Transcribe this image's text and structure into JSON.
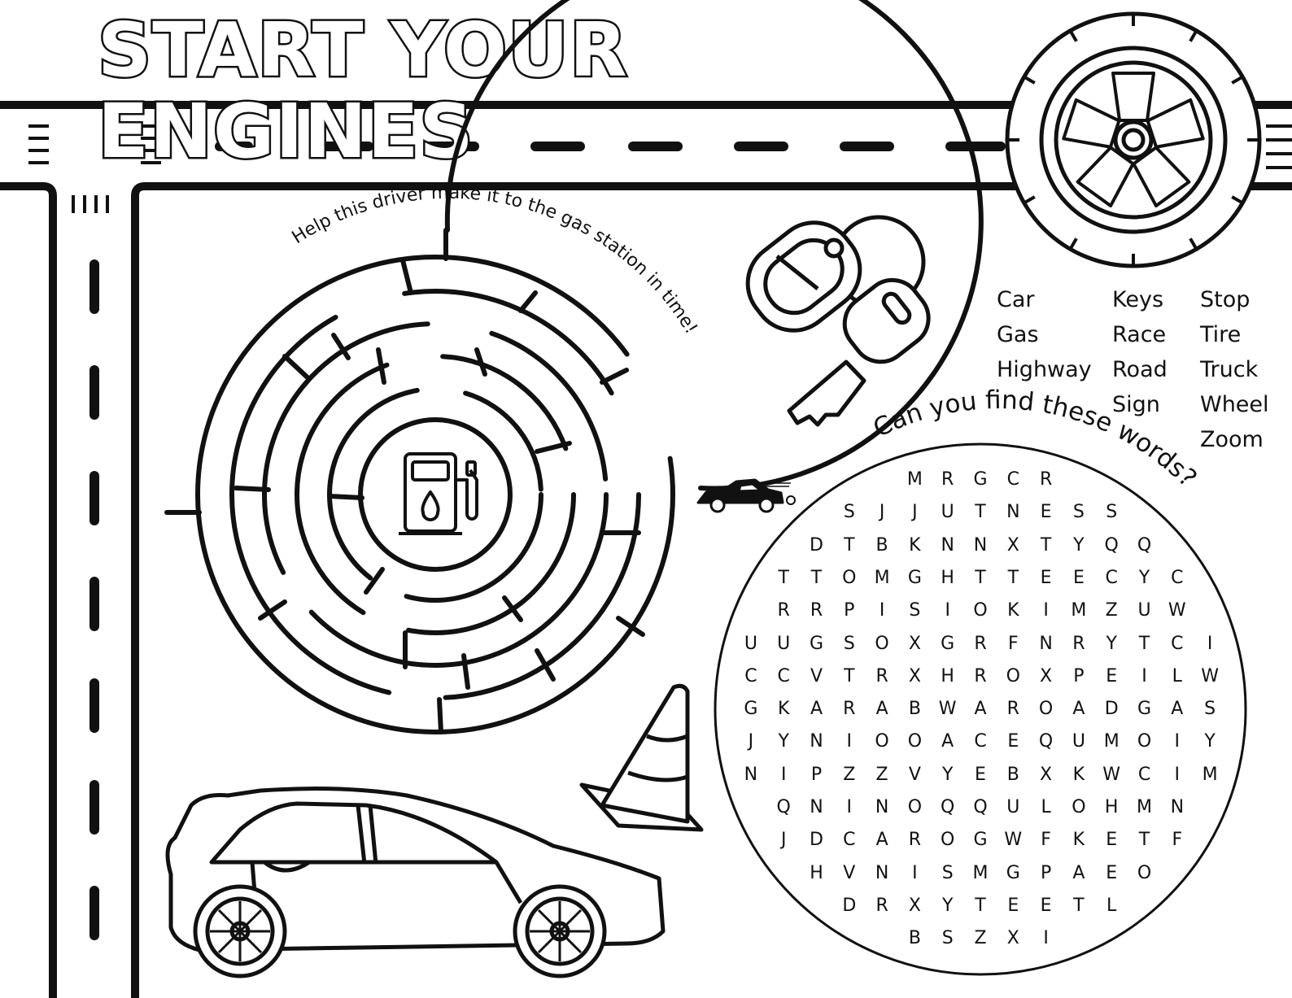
{
  "title": "START YOUR ENGINES",
  "maze": {
    "instruction": "Help this driver make it to the gas station in time!"
  },
  "word_search": {
    "prompt": "Can you find these words?",
    "word_columns": [
      [
        "Car",
        "Gas",
        "Highway"
      ],
      [
        "Keys",
        "Race",
        "Road",
        "Sign"
      ],
      [
        "Stop",
        "Tire",
        "Truck",
        "Wheel",
        "Zoom"
      ]
    ],
    "grid": [
      "MRGCR",
      "SJJUTNESS",
      "DTBKNNXTYQQ",
      "TTOMGHTTEECYC",
      "RRPISIOKIMZUW",
      "UUGSOXGRFNRYTCI",
      "CCVTRXHROXPEILW",
      "GKARABWAROADGAS",
      "JYNIOOACEQUMOIY",
      "NIPZZVYEBXKWCIM",
      "QNINOQQULOHMN",
      "JDCAROGWFKETF",
      "HVNISMGPAEO",
      "DRXYTEETL",
      "BSZXI"
    ]
  },
  "illustrations": [
    "tire-wheel",
    "car-keys",
    "traffic-cone",
    "hatchback-car",
    "gas-pump",
    "small-car"
  ]
}
